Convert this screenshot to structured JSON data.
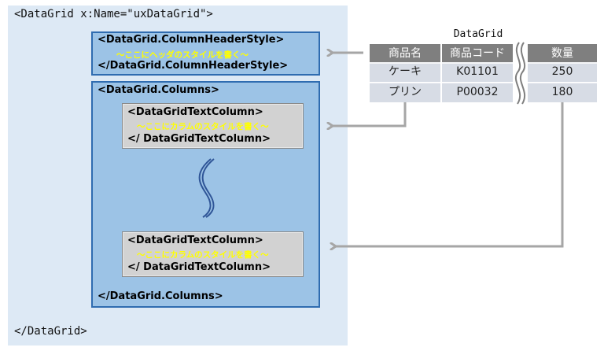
{
  "outer": {
    "open_tag": "<DataGrid x:Name=\"uxDataGrid\">",
    "close_tag": "</DataGrid>"
  },
  "header_style": {
    "open": "<DataGrid.ColumnHeaderStyle>",
    "note": "～ここにヘッダのスタイルを書く～",
    "close": "</DataGrid.ColumnHeaderStyle>"
  },
  "columns": {
    "open": "<DataGrid.Columns>",
    "close": "</DataGrid.Columns>",
    "items": [
      {
        "open": "<DataGridTextColumn>",
        "note": "～ここにカラムのスタイルを書く～",
        "close": "</ DataGridTextColumn>"
      },
      {
        "open": "<DataGridTextColumn>",
        "note": "～ここにカラムのスタイルを書く～",
        "close": "</ DataGridTextColumn>"
      }
    ]
  },
  "table": {
    "title": "DataGrid",
    "headers": [
      "商品名",
      "商品コード",
      "数量"
    ],
    "rows": [
      [
        "ケーキ",
        "K01101",
        "250"
      ],
      [
        "プリン",
        "P00032",
        "180"
      ]
    ]
  },
  "colors": {
    "outer_bg": "#dde9f5",
    "box_fill": "#9cc3e6",
    "box_border": "#2f6cb0",
    "note_text": "#ffff00",
    "arrow": "#a6a6a6",
    "header_bg": "#7f7f7f",
    "cell_bg": "#d7dce5"
  }
}
